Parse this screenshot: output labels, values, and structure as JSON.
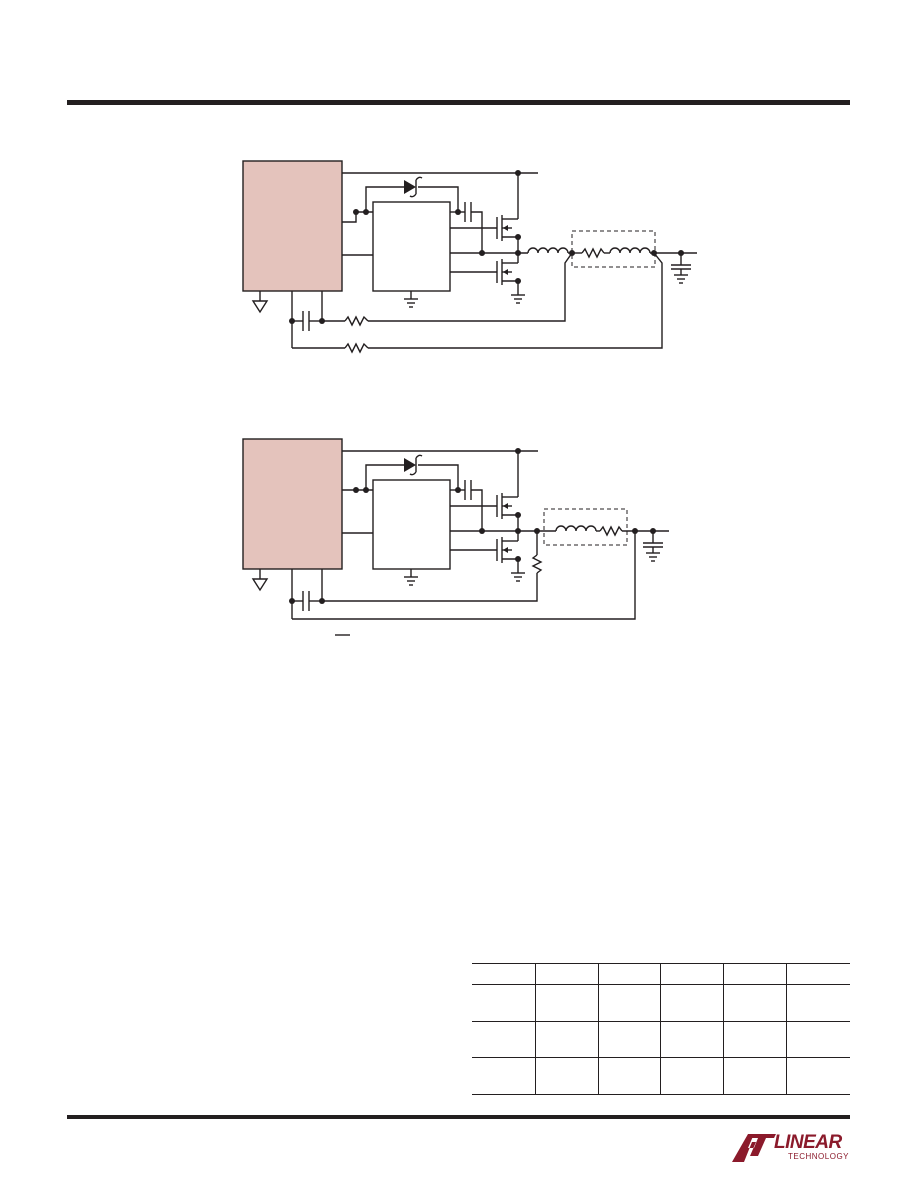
{
  "colors": {
    "ink": "#231f20",
    "controller_fill": "#e4c3bc",
    "brand": "#8b1a2b"
  },
  "figures": {
    "figure_1": {
      "labels": []
    },
    "figure_2": {
      "labels": []
    }
  },
  "table": {
    "rows": 4,
    "columns": 6,
    "cells": []
  },
  "logo": {
    "icon": "linear-technology-lt-logo-icon",
    "wordmark_line1": "LINEAR",
    "wordmark_line2": "TECHNOLOGY"
  }
}
